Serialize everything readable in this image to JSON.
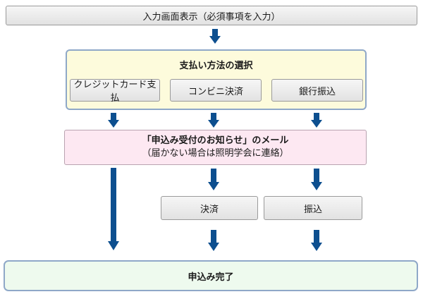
{
  "steps": {
    "input_display": "入力画面表示（必須事項を入力）",
    "payment_select": {
      "title": "支払い方法の選択",
      "options": [
        "クレジットカード支払",
        "コンビニ決済",
        "銀行振込"
      ]
    },
    "mail": {
      "title": "「申込み受付のお知らせ」のメール",
      "note": "（届かない場合は照明学会に連絡）"
    },
    "settlement": "決済",
    "transfer": "振込",
    "complete": "申込み完了"
  },
  "colors": {
    "arrow": "#0d4f8f",
    "panel_border": "#8fa8c8",
    "select_bg": "#fdfbdc",
    "mail_bg": "#fde8f2",
    "complete_bg": "#eefaee"
  }
}
